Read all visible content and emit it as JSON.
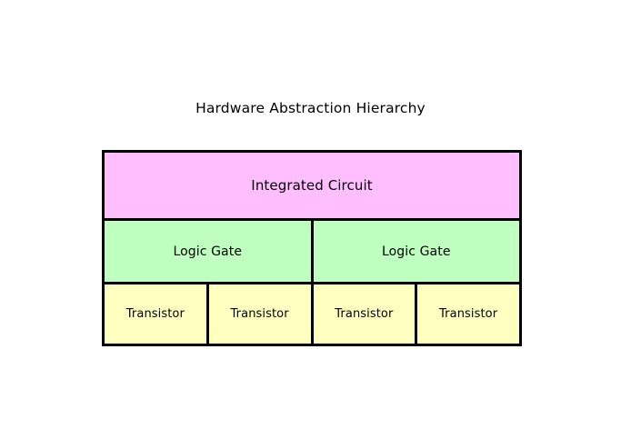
{
  "diagram": {
    "title": "Hardware Abstraction Hierarchy",
    "background_color": "#ffffff",
    "border_color": "#000000",
    "text_color": "#000000",
    "tiers": [
      {
        "name": "integrated-circuit",
        "fill_color": "#ffbfff",
        "cells": [
          {
            "label": "Integrated Circuit"
          }
        ]
      },
      {
        "name": "logic-gate",
        "fill_color": "#bfffbf",
        "cells": [
          {
            "label": "Logic Gate"
          },
          {
            "label": "Logic Gate"
          }
        ]
      },
      {
        "name": "transistor",
        "fill_color": "#ffffbf",
        "cells": [
          {
            "label": "Transistor"
          },
          {
            "label": "Transistor"
          },
          {
            "label": "Transistor"
          },
          {
            "label": "Transistor"
          }
        ]
      }
    ]
  }
}
